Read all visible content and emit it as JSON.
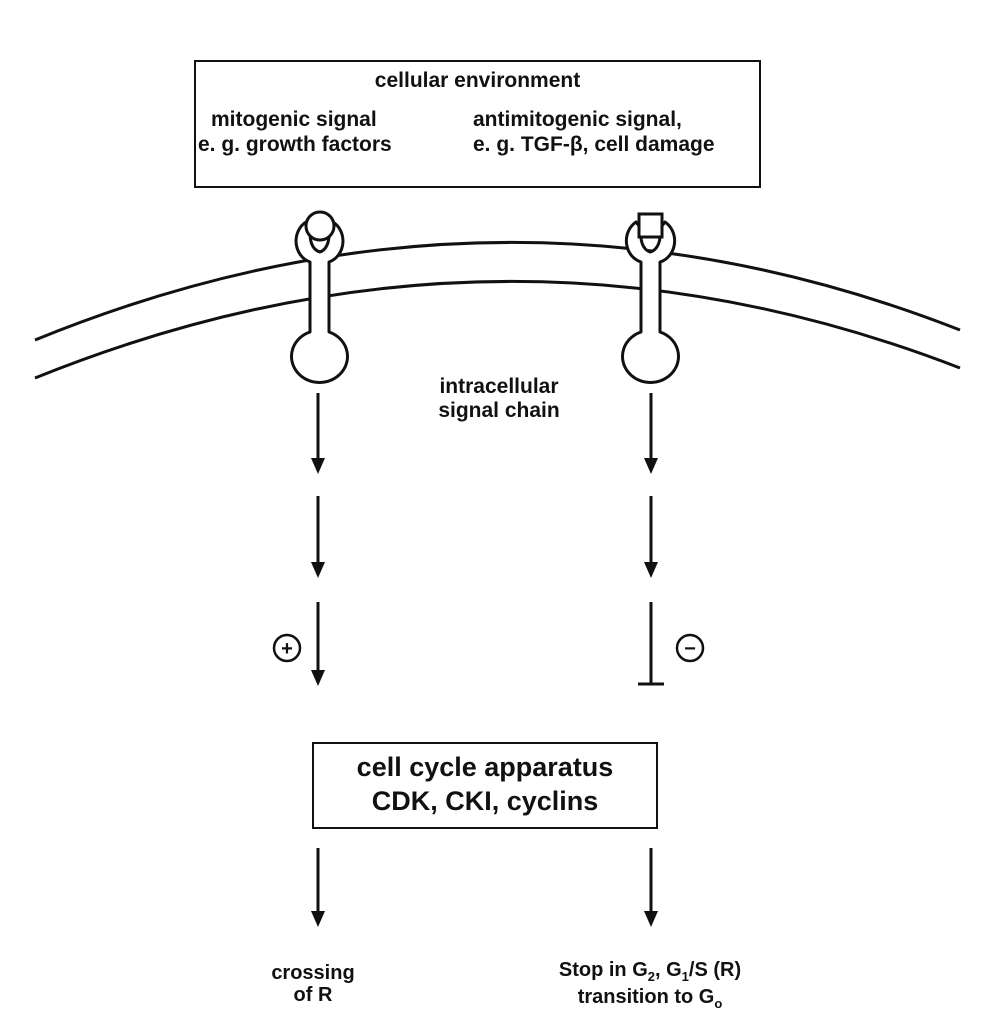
{
  "environment": {
    "title": "cellular environment",
    "mitogenic_line1": "mitogenic signal",
    "mitogenic_line2": "e. g. growth factors",
    "antimitogenic_line1": "antimitogenic signal,",
    "antimitogenic_line2": "e. g. TGF-β, cell damage"
  },
  "membrane_label": {
    "line1": "intracellular",
    "line2": "signal chain"
  },
  "signs": {
    "plus": "+",
    "minus": "−"
  },
  "apparatus": {
    "line1": "cell cycle apparatus",
    "line2": "CDK, CKI, cyclins"
  },
  "outcomes": {
    "left_line1": "crossing",
    "left_line2": "of R",
    "right_line1_a": "Stop in G",
    "right_line1_sub_a": "2",
    "right_line1_b": ", G",
    "right_line1_sub_b": "1",
    "right_line1_c": "/S (R)",
    "right_line2_a": "transition to G",
    "right_line2_sub": "o"
  },
  "colors": {
    "ink": "#111111",
    "background": "#ffffff"
  }
}
